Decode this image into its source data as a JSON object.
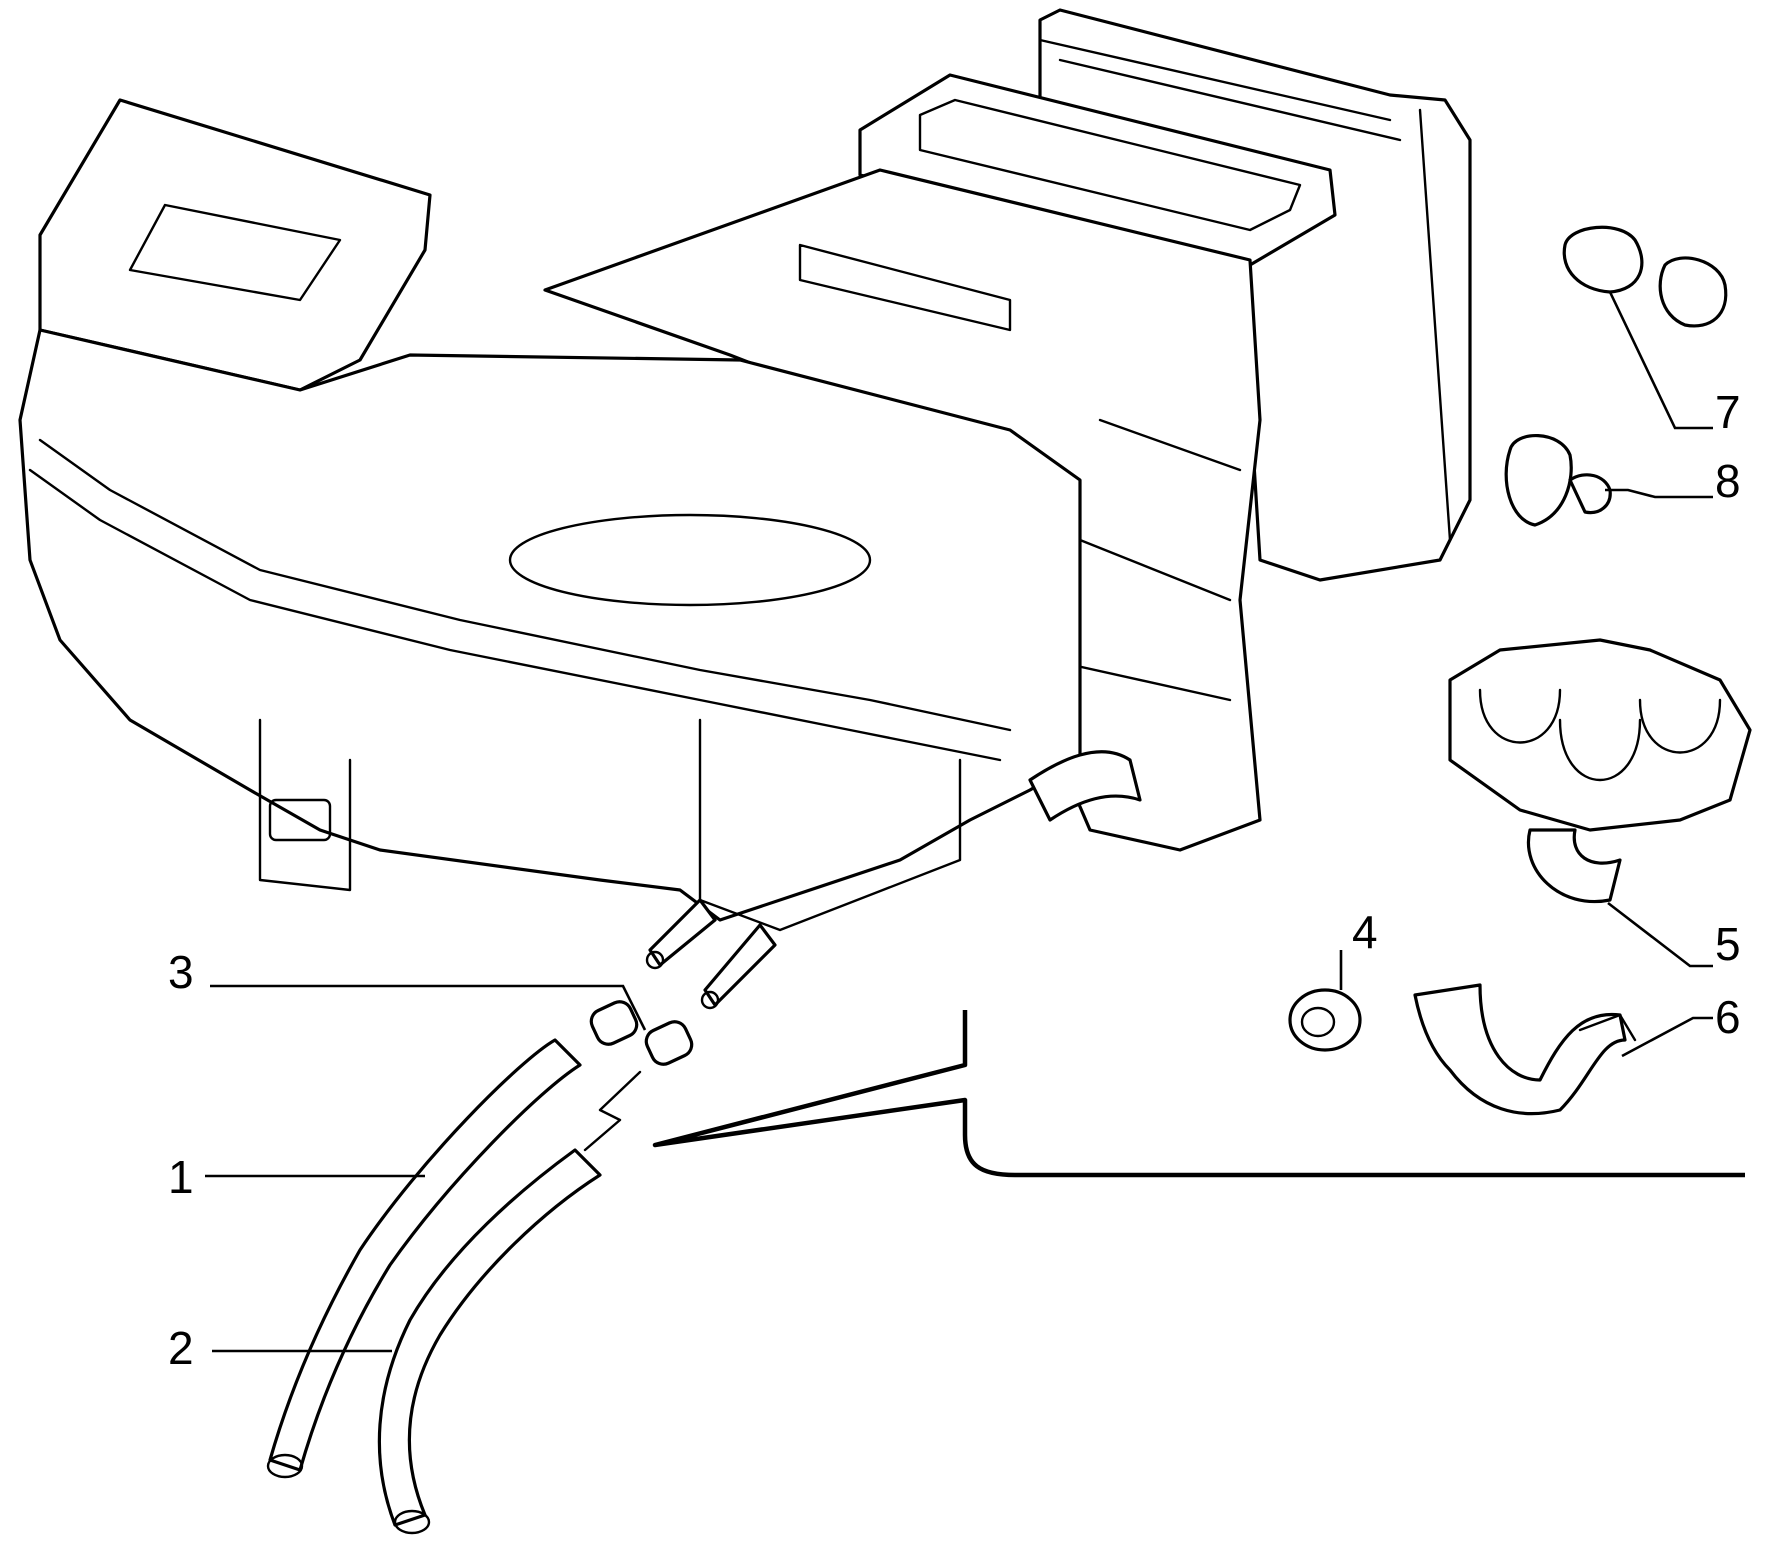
{
  "diagram": {
    "type": "exploded-parts-view",
    "callouts": [
      {
        "id": "1",
        "label": "1"
      },
      {
        "id": "2",
        "label": "2"
      },
      {
        "id": "3",
        "label": "3"
      },
      {
        "id": "4",
        "label": "4"
      },
      {
        "id": "5",
        "label": "5"
      },
      {
        "id": "6",
        "label": "6"
      },
      {
        "id": "7",
        "label": "7"
      },
      {
        "id": "8",
        "label": "8"
      }
    ]
  },
  "colors": {
    "line": "#000000",
    "background": "#ffffff"
  }
}
